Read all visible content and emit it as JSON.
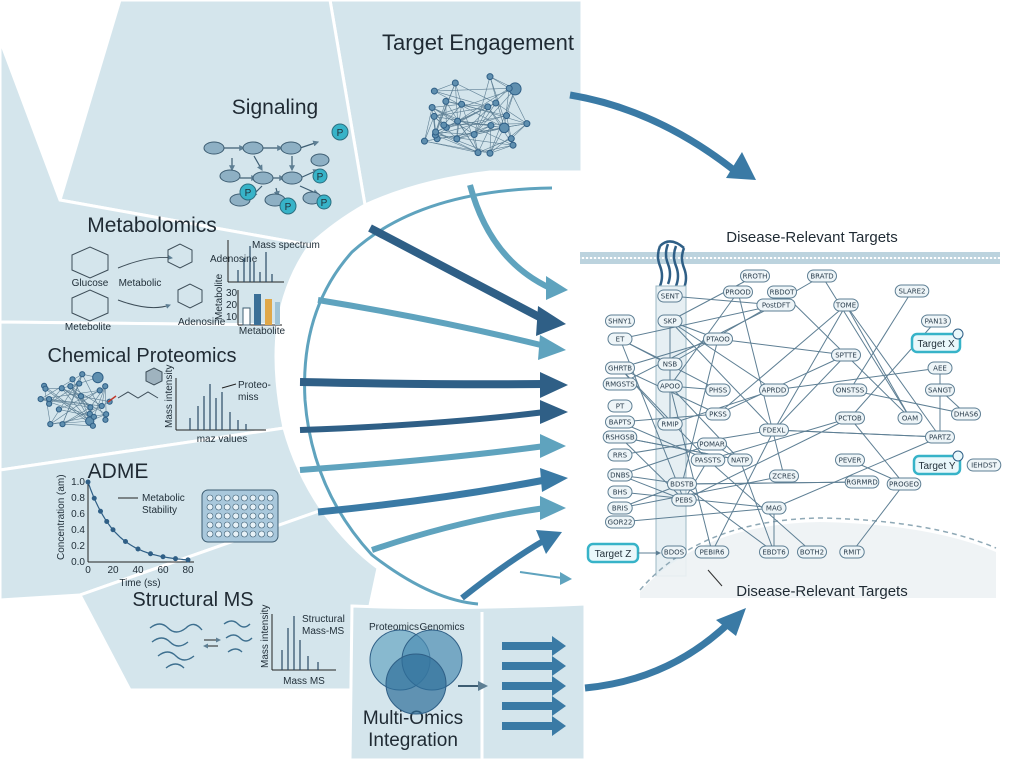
{
  "segments": {
    "target_engagement": "Target Engagement",
    "signaling": "Signaling",
    "metabolomics": "Metabolomics",
    "chemical_proteomics": "Chemical Proteomics",
    "adme": "ADME",
    "structural_ms": "Structural MS",
    "multi_omics_line1": "Multi-Omics",
    "multi_omics_line2": "Integration"
  },
  "signaling_badge": "P",
  "metabolomics_labels": {
    "glucose": "Glucose",
    "metabolite": "Metebolite",
    "metabolic": "Metabolic",
    "adenosine_top": "Adenosine",
    "adenosine_bottom": "Adenosine",
    "mass_spectrum": "Mass spectrum",
    "bar_ylabel": "Metabolite",
    "bar_xlabel": "Metabolite",
    "bar_ticks": [
      "30",
      "20",
      "10"
    ]
  },
  "chem_prot_labels": {
    "ylabel": "Mass intensity",
    "xlabel": "maz values",
    "legend_line1": "Proteo-",
    "legend_line2": "miss"
  },
  "adme_labels": {
    "ylabel": "Concentration (am)",
    "xlabel": "Time (ss)",
    "legend_line1": "Metabolic",
    "legend_line2": "Stability",
    "xticks": [
      "0",
      "20",
      "40",
      "60",
      "80"
    ],
    "yticks": [
      "1.0",
      "0.8",
      "0.6",
      "0.4",
      "0.2",
      "0.0"
    ]
  },
  "structural_labels": {
    "ylabel": "Mass intensity",
    "xlabel": "Mass MS",
    "legend_line1": "Structural",
    "legend_line2": "Mass-MS"
  },
  "multi_omics_labels": {
    "proteomics": "Proteomics",
    "genomics": "Genomics"
  },
  "network": {
    "title_top": "Disease-Relevant Targets",
    "title_bottom": "Disease-Relevant Targets",
    "highlight_x": "Target X",
    "highlight_y": "Target Y",
    "highlight_z": "Target Z",
    "highlight_color": "#37b3c8",
    "genes": [
      "SENT",
      "RROTH",
      "BRATD",
      "SLARE2",
      "PROOD",
      "RBDOT",
      "PostDFT",
      "TOME",
      "PAN13",
      "SHNY1",
      "SKP",
      "ET",
      "PTAOO",
      "SPTTE",
      "AEE",
      "GHRTB",
      "NSB",
      "APOO",
      "PHSS",
      "APRDD",
      "ONSTSS",
      "SANGT",
      "RMGSTS",
      "PT",
      "BAPTS",
      "RMIP",
      "PKSS",
      "PCTOB",
      "DHAS6",
      "RSHGSB",
      "OAM",
      "PARTZ",
      "RRS",
      "POMAR",
      "PASSTS",
      "NATP",
      "FDEXL",
      "PEVER",
      "IEHDST",
      "DNBS",
      "BDSTB",
      "ZCRES",
      "RGRMRD",
      "PROGEO",
      "BHS",
      "PEBS",
      "MAG",
      "BRIS",
      "GOR22",
      "BDOS",
      "PEBIR6",
      "EBDT6",
      "BOTH2",
      "RMIT"
    ]
  },
  "colors": {
    "panel": "#d4e5ec",
    "panel_border": "#ffffff",
    "arrow_dark": "#2f5f86",
    "arrow_light": "#5fa3be",
    "membrane": "#bcd3de",
    "phospho": "#37b3c8"
  }
}
